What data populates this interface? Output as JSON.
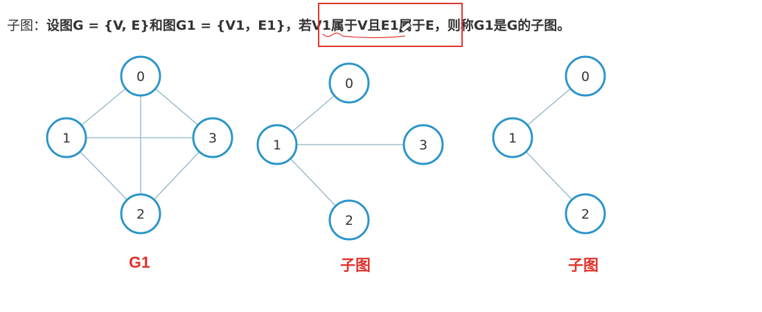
{
  "definition": {
    "prefix": "子图：",
    "part1": "设图G = {V, E}和图G1 = {V1，E1}，若",
    "highlight": "V1属于V且E1属于E",
    "part2": "，则称G1是G的子图。"
  },
  "colors": {
    "node_stroke": "#2b94c9",
    "edge": "#8fb3c4",
    "caption": "#e0322c",
    "highlight_box": "#e0322c"
  },
  "graphs": [
    {
      "caption": "G1",
      "nodes": [
        "0",
        "1",
        "2",
        "3"
      ],
      "edges": [
        [
          "0",
          "1"
        ],
        [
          "0",
          "2"
        ],
        [
          "0",
          "3"
        ],
        [
          "1",
          "2"
        ],
        [
          "1",
          "3"
        ],
        [
          "2",
          "3"
        ]
      ]
    },
    {
      "caption": "子图",
      "nodes": [
        "0",
        "1",
        "2",
        "3"
      ],
      "edges": [
        [
          "1",
          "0"
        ],
        [
          "1",
          "3"
        ],
        [
          "1",
          "2"
        ]
      ]
    },
    {
      "caption": "子图",
      "nodes": [
        "0",
        "1",
        "2"
      ],
      "edges": [
        [
          "1",
          "0"
        ],
        [
          "1",
          "2"
        ]
      ]
    }
  ]
}
